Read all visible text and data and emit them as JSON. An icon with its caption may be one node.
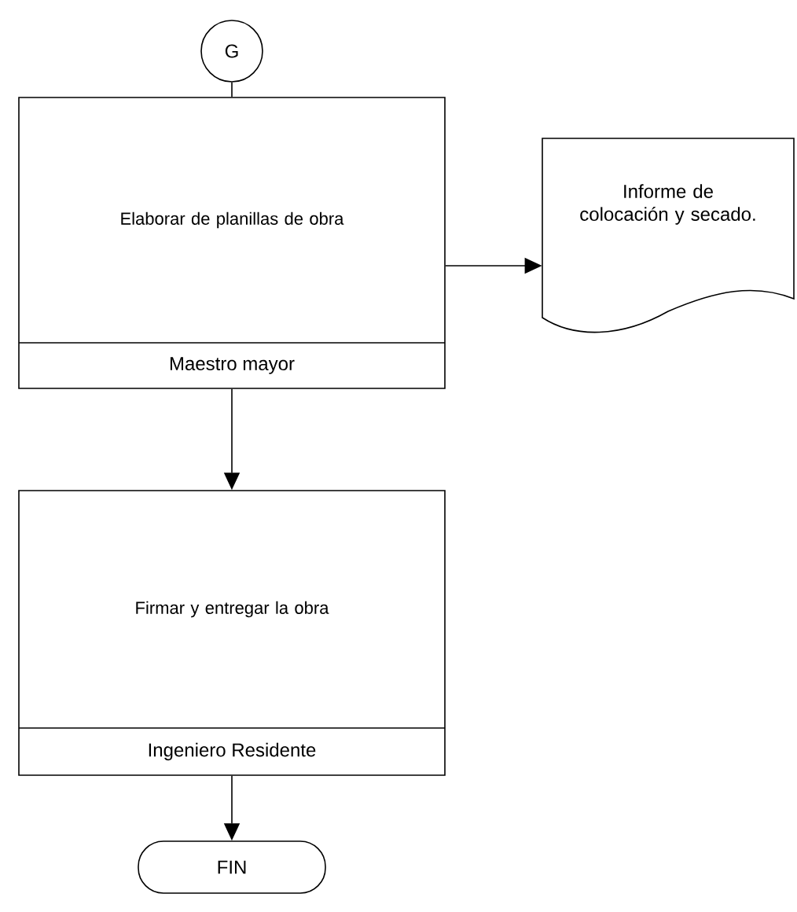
{
  "diagram": {
    "nodes": [
      {
        "text": [
          "G"
        ]
      },
      {
        "text": [
          "Elaborar de planillas de obra",
          "Maestro mayor"
        ]
      },
      {
        "text": [
          "Informe de colocación y secado."
        ]
      },
      {
        "text": [
          "Firmar y entregar la obra",
          "Ingeniero Residente"
        ]
      },
      {
        "text": [
          "FIN"
        ]
      }
    ],
    "edges": [
      {
        "from": 0,
        "to": 1,
        "arrow": "none"
      },
      {
        "from": 1,
        "to": 2,
        "arrow": "to"
      },
      {
        "from": 1,
        "to": 3,
        "arrow": "to"
      },
      {
        "from": 3,
        "to": 4,
        "arrow": "to"
      }
    ]
  }
}
